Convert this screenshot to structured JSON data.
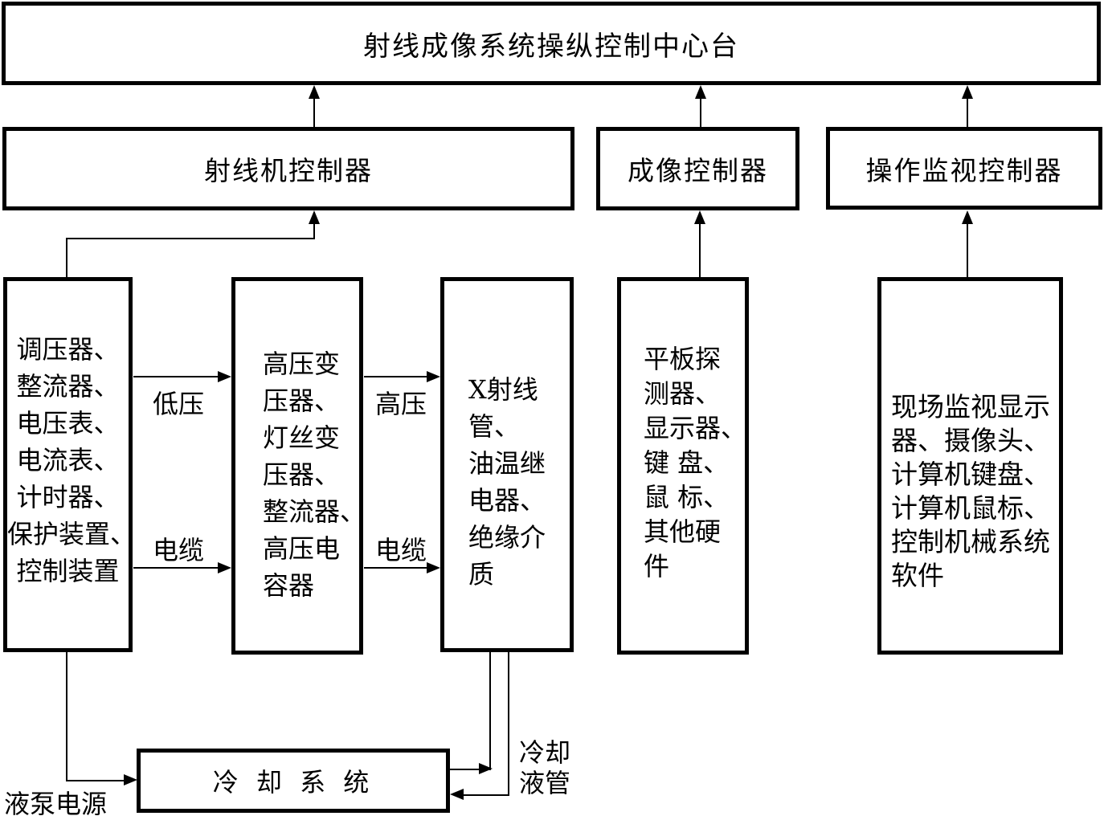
{
  "diagram": {
    "title": "射线成像系统操纵控制中心台",
    "controllers": {
      "xray": {
        "label": "射线机控制器"
      },
      "imaging": {
        "label": "成像控制器"
      },
      "monitor": {
        "label": "操作监视控制器"
      }
    },
    "units": {
      "power": {
        "lines": [
          "调压器、",
          "整流器、",
          "电压表、",
          "电流表、",
          "计时器、",
          "保护装置、",
          "控制装置"
        ]
      },
      "hv": {
        "lines": [
          "高压变",
          "压器、",
          "灯丝变",
          "压器、",
          "整流器、",
          "高压电",
          "容器"
        ]
      },
      "tube": {
        "lines": [
          "X射线",
          "管、",
          "油温继",
          "电器、",
          "绝缘介",
          "质"
        ]
      },
      "imaging_hw": {
        "lines": [
          "平板探",
          "测器、",
          "显示器、",
          "键 盘、",
          "鼠 标、",
          "其他硬",
          "件"
        ]
      },
      "monitor_hw": {
        "lines": [
          "现场监视显示",
          "器、摄像头、",
          "计算机键盘、",
          "计算机鼠标、",
          "控制机械系统",
          "软件"
        ]
      }
    },
    "cooling": {
      "label": "冷 却 系 统"
    },
    "flow_labels": {
      "low_voltage": "低压",
      "cable_lv": "电缆",
      "high_voltage": "高压",
      "cable_hv": "电缆",
      "pump_power": "液泵电源",
      "coolant_pipe": [
        "冷却",
        "液管"
      ]
    },
    "colors": {
      "line": "#000000",
      "background": "#ffffff",
      "text": "#000000"
    }
  }
}
